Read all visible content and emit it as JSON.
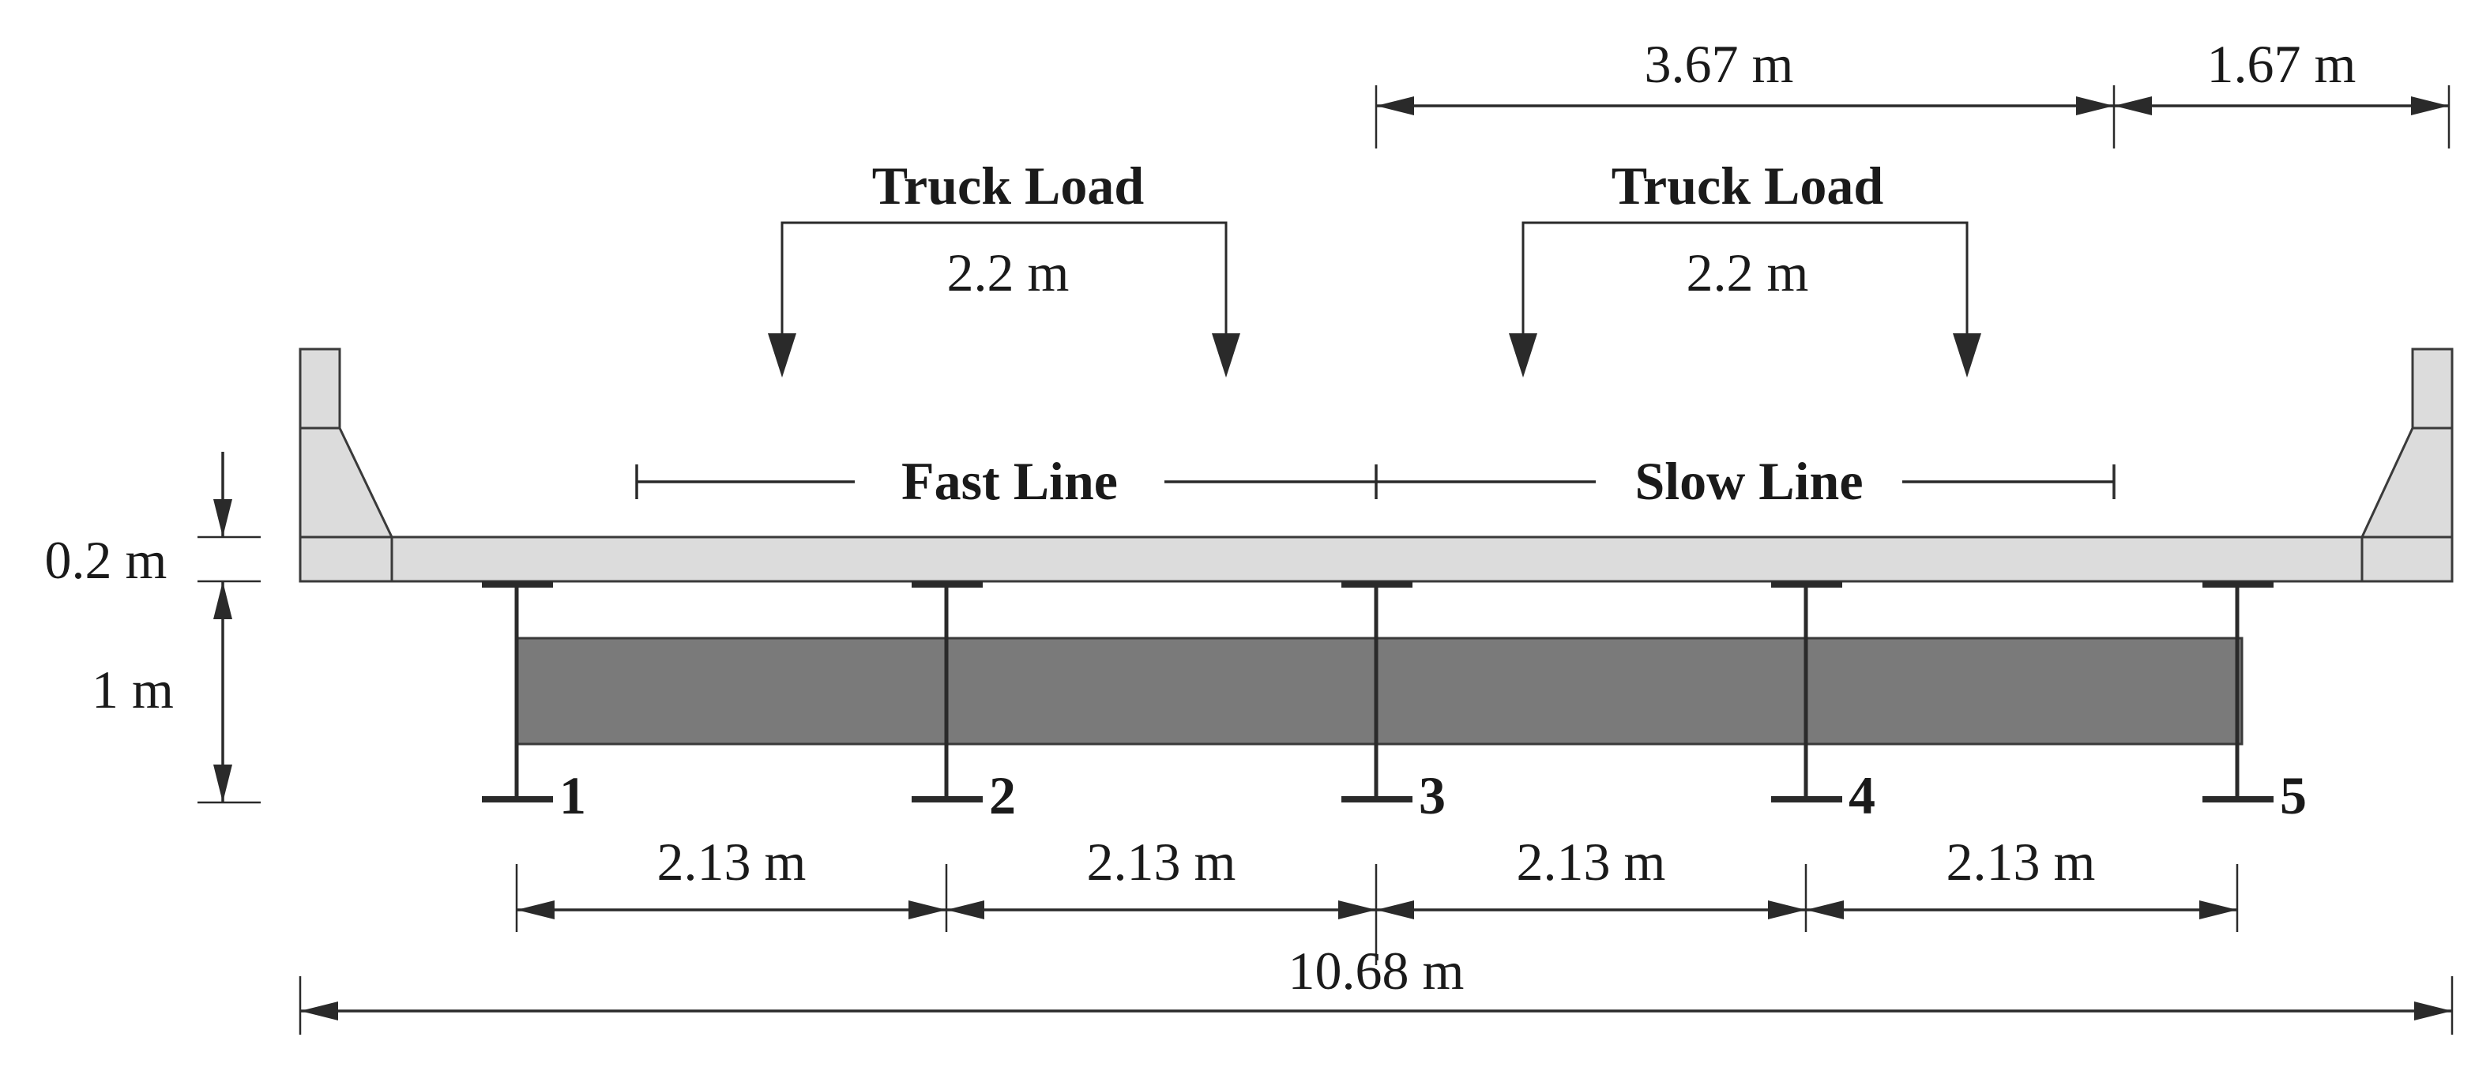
{
  "dimensions": {
    "top_left": "3.67 m",
    "top_right": "1.67 m",
    "deck_thickness": "0.2 m",
    "girder_depth": "1 m",
    "total_width": "10.68 m"
  },
  "truck_loads": [
    {
      "title": "Truck Load",
      "spacing": "2.2 m"
    },
    {
      "title": "Truck Load",
      "spacing": "2.2 m"
    }
  ],
  "lanes": {
    "fast": "Fast Line",
    "slow": "Slow Line"
  },
  "girders": [
    "1",
    "2",
    "3",
    "4",
    "5"
  ],
  "girder_spacings": [
    "2.13 m",
    "2.13 m",
    "2.13 m",
    "2.13 m"
  ],
  "colors": {
    "concrete": "#dcdcdc",
    "diaphragm": "#7a7a7a",
    "line": "#2a2a2a"
  }
}
